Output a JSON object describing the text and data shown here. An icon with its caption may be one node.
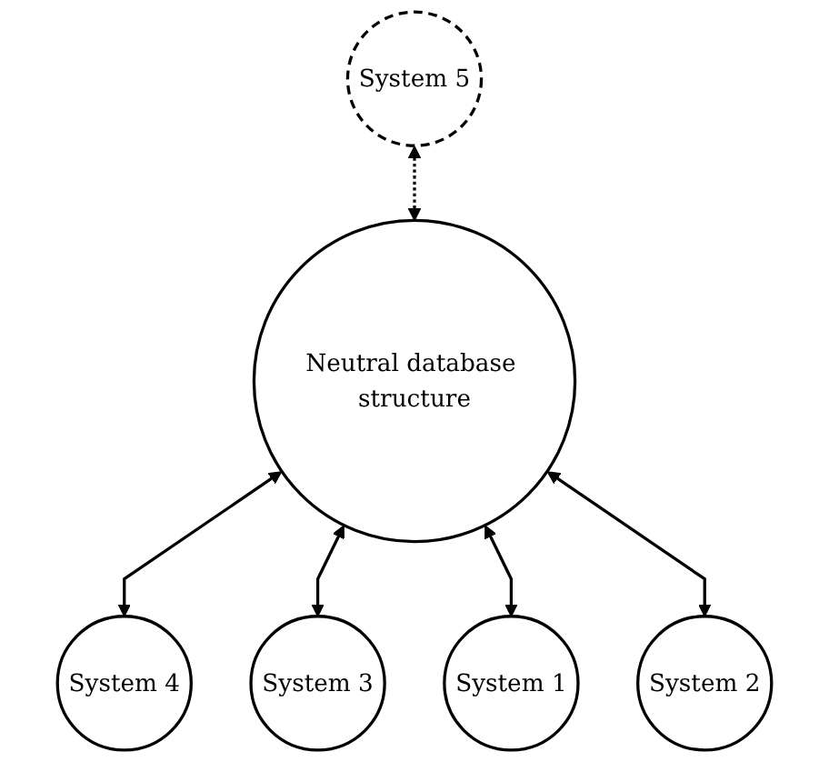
{
  "diagram": {
    "nodes": [
      {
        "text": [
          "System 5"
        ]
      },
      {
        "text": [
          "System 4"
        ]
      },
      {
        "text": [
          "Neutral database structure"
        ]
      },
      {
        "text": [
          "System 3"
        ]
      },
      {
        "text": [
          "System 1"
        ]
      },
      {
        "text": [
          "System 2"
        ]
      }
    ],
    "edges": [
      {
        "from": 0,
        "to": 2,
        "arrow": "both",
        "style": "dashed"
      },
      {
        "from": 2,
        "to": 1,
        "arrow": "both"
      },
      {
        "from": 2,
        "to": 3,
        "arrow": "both"
      },
      {
        "from": 2,
        "to": 4,
        "arrow": "both"
      },
      {
        "from": 2,
        "to": 5,
        "arrow": "both"
      }
    ]
  }
}
